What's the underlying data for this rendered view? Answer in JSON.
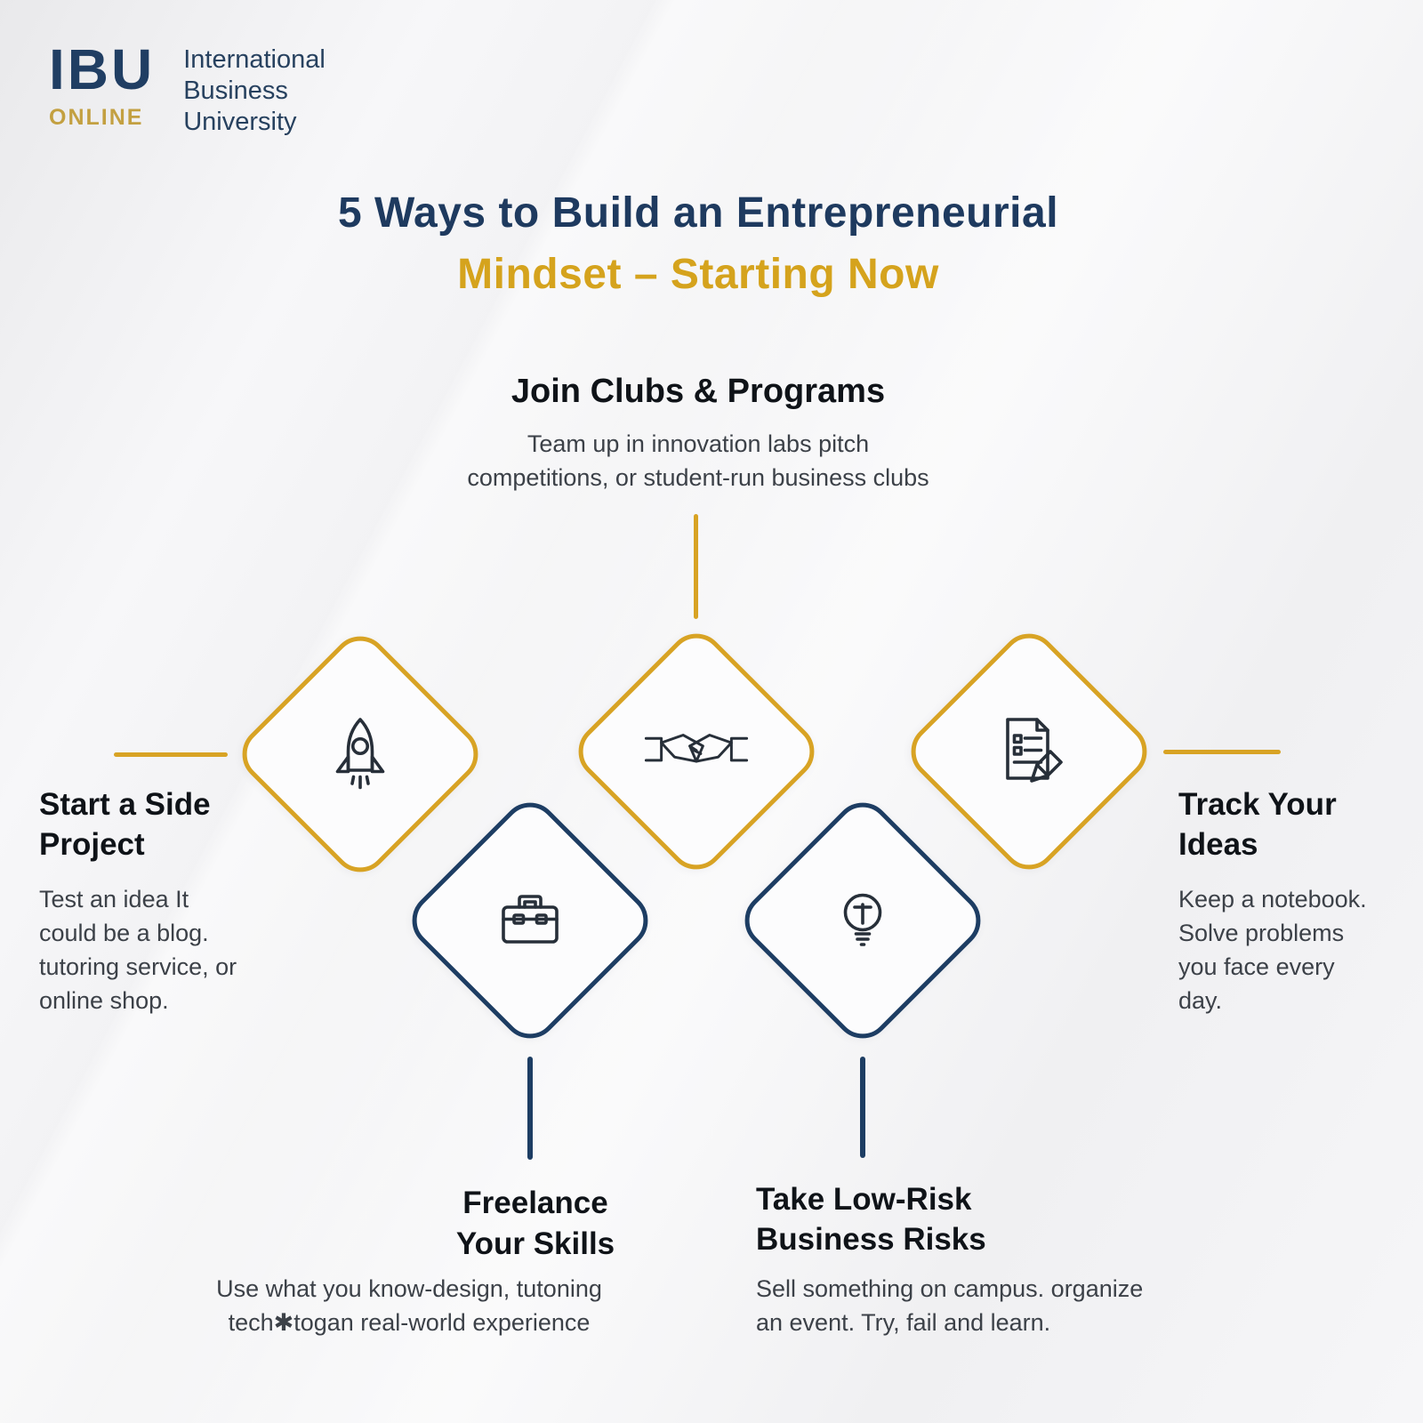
{
  "logo": {
    "acronym": "IBU",
    "tag": "ONLINE",
    "university_lines": [
      "International",
      "Business",
      "University"
    ]
  },
  "title": {
    "line1": "5 Ways to Build an Entrepreneurial",
    "line2": "Mindset – Starting Now"
  },
  "items": [
    {
      "id": "start-side-project",
      "diamond": "gold",
      "icon": "rocket-icon",
      "title": "Start a Side Project",
      "title_lines": [
        "Start a Side",
        "Project"
      ],
      "desc_lines": [
        "Test an idea It",
        "could be a blog.",
        "tutoring service, or",
        "online shop."
      ]
    },
    {
      "id": "freelance-your-skills",
      "diamond": "navy",
      "icon": "briefcase-icon",
      "title": "Freelance Your Skills",
      "title_lines": [
        "Freelance",
        "Your Skills"
      ],
      "desc_lines": [
        "Use what you know-design, tutoning",
        "tech✱togan real-world experience"
      ]
    },
    {
      "id": "join-clubs-programs",
      "diamond": "gold",
      "icon": "handshake-icon",
      "title": "Join Clubs & Programs",
      "desc_lines": [
        "Team up in innovation labs pitch",
        "competitions, or student-run business clubs"
      ]
    },
    {
      "id": "take-low-risk-business-risks",
      "diamond": "navy",
      "icon": "lightbulb-icon",
      "title": "Take Low-Risk Business Risks",
      "title_lines": [
        "Take Low-Risk",
        "Business Risks"
      ],
      "desc_lines": [
        "Sell something on campus. organize",
        "an event. Try, fail and learn."
      ]
    },
    {
      "id": "track-your-ideas",
      "diamond": "gold",
      "icon": "notes-pencil-icon",
      "title": "Track Your Ideas",
      "title_lines": [
        "Track Your",
        "Ideas"
      ],
      "desc_lines": [
        "Keep a notebook.",
        "Solve problems",
        "you face every",
        "day."
      ]
    }
  ],
  "colors": {
    "navy": "#1e3a5f",
    "gold": "#d5a31d",
    "diamond_navy_border": "#1d3d63",
    "diamond_gold_border": "#d8a324",
    "heading_text": "#0f1318",
    "body_text": "#3c4148"
  }
}
